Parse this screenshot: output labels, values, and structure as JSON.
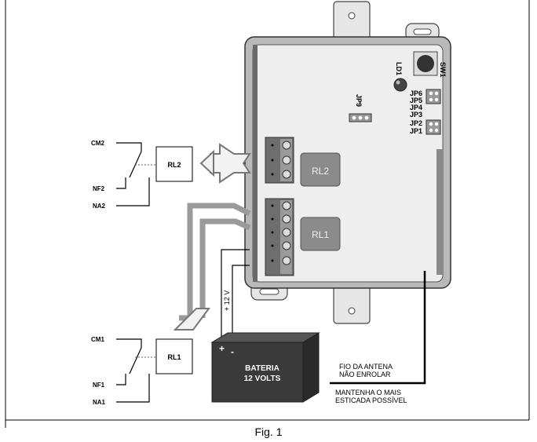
{
  "relays_external": {
    "rl2": {
      "box_label": "RL2",
      "cm": "CM2",
      "nf": "NF2",
      "na": "NA2"
    },
    "rl1": {
      "box_label": "RL1",
      "cm": "CM1",
      "nf": "NF1",
      "na": "NA1"
    }
  },
  "board": {
    "relay_top": "RL2",
    "relay_bottom": "RL1",
    "led": "LD1",
    "switch": "SW1",
    "jumper_jp9": "JP9",
    "jumpers": [
      "JP6",
      "JP5",
      "JP4",
      "JP3",
      "JP2",
      "JP1"
    ]
  },
  "battery": {
    "line1": "BATERIA",
    "line2": "12 VOLTS",
    "plus": "+",
    "minus": "-",
    "voltage_label": "+ 12 V"
  },
  "antenna_note": {
    "line1": "FIO DA ANTENA",
    "line2": "NÃO ENROLAR",
    "line3": "MANTENHA O MAIS",
    "line4": "ESTICADA POSSÍVEL"
  },
  "caption": "Fig. 1"
}
